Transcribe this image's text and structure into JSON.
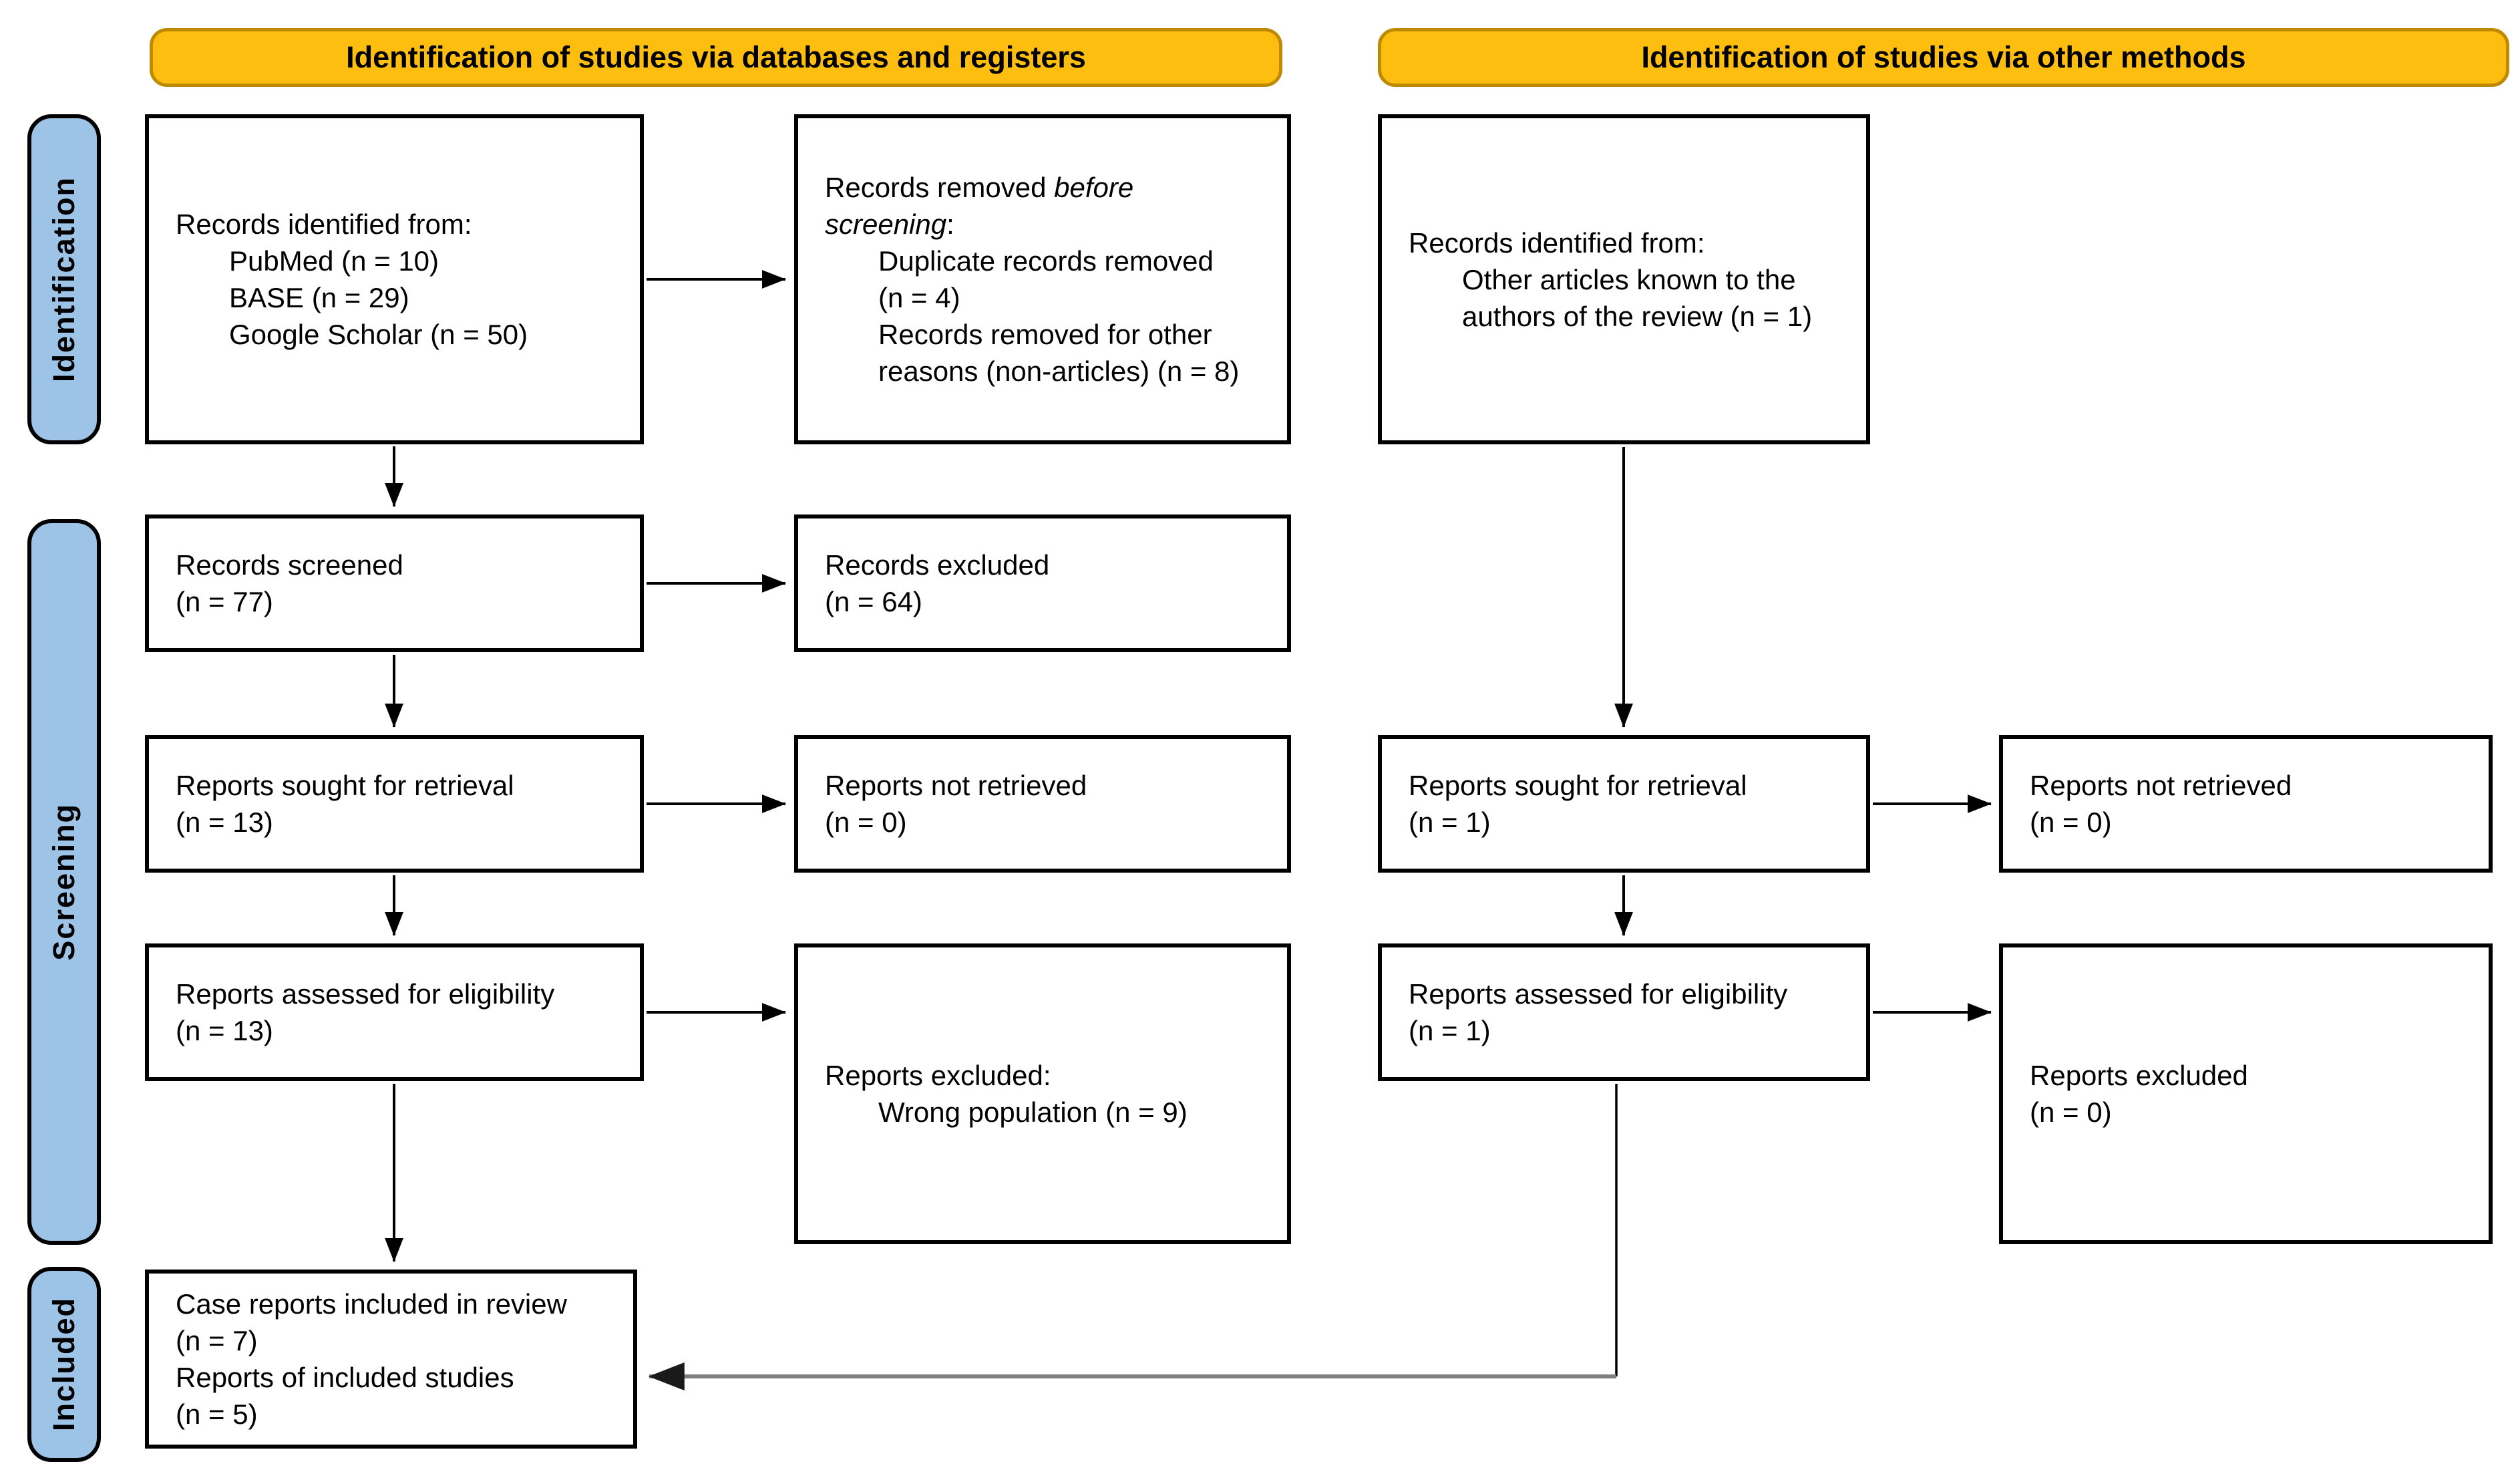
{
  "diagram": {
    "kind": "PRISMA 2020 flow diagram",
    "header_left": "Identification of studies via databases and registers",
    "header_right": "Identification of studies via other methods",
    "stages": {
      "identification": "Identification",
      "screening": "Screening",
      "included": "Included"
    }
  },
  "colors": {
    "header_fill": "#FEBE10",
    "header_border": "#C08A00",
    "stage_fill": "#9DC3E6",
    "box_border": "#000000",
    "arrow": "#000000",
    "long_arrow": "#7F7F7F"
  },
  "boxes": {
    "db_identified": {
      "lines": [
        {
          "indent": 0,
          "segs": [
            {
              "t": "Records identified from:"
            }
          ]
        },
        {
          "indent": 1,
          "segs": [
            {
              "t": "PubMed (n = 10)"
            }
          ]
        },
        {
          "indent": 1,
          "segs": [
            {
              "t": "BASE (n = 29)"
            }
          ]
        },
        {
          "indent": 1,
          "segs": [
            {
              "t": "Google Scholar (n = 50)"
            }
          ]
        }
      ]
    },
    "db_removed": {
      "lines": [
        {
          "indent": 0,
          "segs": [
            {
              "t": "Records removed "
            },
            {
              "t": "before",
              "i": true
            }
          ]
        },
        {
          "indent": 0,
          "segs": [
            {
              "t": "screening",
              "i": true
            },
            {
              "t": ":"
            }
          ]
        },
        {
          "indent": 1,
          "segs": [
            {
              "t": "Duplicate records removed"
            }
          ]
        },
        {
          "indent": 1,
          "segs": [
            {
              "t": "(n = 4)"
            }
          ]
        },
        {
          "indent": 1,
          "segs": [
            {
              "t": "Records removed for other"
            }
          ]
        },
        {
          "indent": 1,
          "segs": [
            {
              "t": "reasons (non-articles) (n = 8)"
            }
          ]
        }
      ]
    },
    "db_screened": {
      "lines": [
        {
          "indent": 0,
          "segs": [
            {
              "t": "Records screened"
            }
          ]
        },
        {
          "indent": 0,
          "segs": [
            {
              "t": "(n = 77)"
            }
          ]
        }
      ]
    },
    "db_excluded": {
      "lines": [
        {
          "indent": 0,
          "segs": [
            {
              "t": "Records excluded"
            }
          ]
        },
        {
          "indent": 0,
          "segs": [
            {
              "t": "(n = 64)"
            }
          ]
        }
      ]
    },
    "db_sought": {
      "lines": [
        {
          "indent": 0,
          "segs": [
            {
              "t": "Reports sought for retrieval"
            }
          ]
        },
        {
          "indent": 0,
          "segs": [
            {
              "t": "(n = 13)"
            }
          ]
        }
      ]
    },
    "db_notretrieved": {
      "lines": [
        {
          "indent": 0,
          "segs": [
            {
              "t": "Reports not retrieved"
            }
          ]
        },
        {
          "indent": 0,
          "segs": [
            {
              "t": "(n = 0)"
            }
          ]
        }
      ]
    },
    "db_assessed": {
      "lines": [
        {
          "indent": 0,
          "segs": [
            {
              "t": "Reports assessed for eligibility"
            }
          ]
        },
        {
          "indent": 0,
          "segs": [
            {
              "t": "(n = 13)"
            }
          ]
        }
      ]
    },
    "db_reports_excluded": {
      "lines": [
        {
          "indent": 0,
          "segs": [
            {
              "t": "Reports excluded:"
            }
          ]
        },
        {
          "indent": 1,
          "segs": [
            {
              "t": "Wrong population (n = 9)"
            }
          ]
        }
      ]
    },
    "included": {
      "lines": [
        {
          "indent": 0,
          "segs": [
            {
              "t": "Case reports included in review"
            }
          ]
        },
        {
          "indent": 0,
          "segs": [
            {
              "t": "(n = 7)"
            }
          ]
        },
        {
          "indent": 0,
          "segs": [
            {
              "t": "Reports of included studies"
            }
          ]
        },
        {
          "indent": 0,
          "segs": [
            {
              "t": "(n = 5)"
            }
          ]
        }
      ]
    },
    "om_identified": {
      "lines": [
        {
          "indent": 0,
          "segs": [
            {
              "t": "Records identified from:"
            }
          ]
        },
        {
          "indent": 1,
          "segs": [
            {
              "t": "Other articles known to the"
            }
          ]
        },
        {
          "indent": 1,
          "segs": [
            {
              "t": "authors of the review (n = 1)"
            }
          ]
        }
      ]
    },
    "om_sought": {
      "lines": [
        {
          "indent": 0,
          "segs": [
            {
              "t": "Reports sought for retrieval"
            }
          ]
        },
        {
          "indent": 0,
          "segs": [
            {
              "t": "(n = 1)"
            }
          ]
        }
      ]
    },
    "om_notretrieved": {
      "lines": [
        {
          "indent": 0,
          "segs": [
            {
              "t": "Reports not retrieved"
            }
          ]
        },
        {
          "indent": 0,
          "segs": [
            {
              "t": "(n = 0)"
            }
          ]
        }
      ]
    },
    "om_assessed": {
      "lines": [
        {
          "indent": 0,
          "segs": [
            {
              "t": "Reports assessed for eligibility"
            }
          ]
        },
        {
          "indent": 0,
          "segs": [
            {
              "t": "(n = 1)"
            }
          ]
        }
      ]
    },
    "om_excluded": {
      "lines": [
        {
          "indent": 0,
          "segs": [
            {
              "t": "Reports excluded"
            }
          ]
        },
        {
          "indent": 0,
          "segs": [
            {
              "t": "(n = 0)"
            }
          ]
        }
      ]
    }
  }
}
